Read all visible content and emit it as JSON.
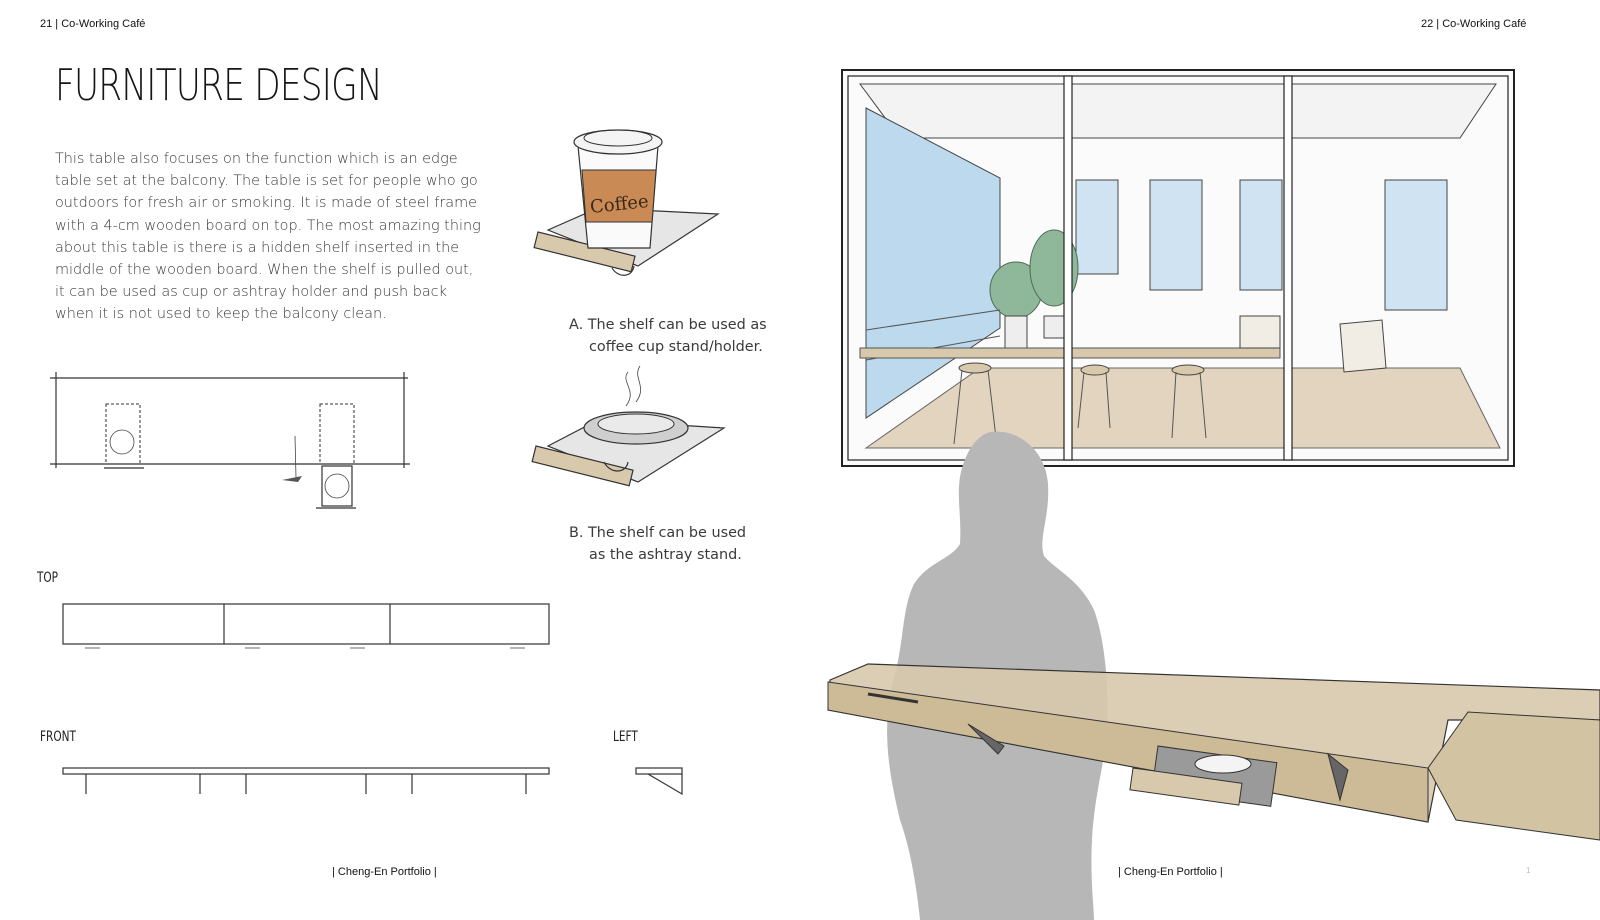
{
  "left_page": {
    "header": "21 | Co-Working Café",
    "title": "FURNITURE DESIGN",
    "description": "This table also focuses on the function which is an edge table set at the balcony.  The table is set for people who go outdoors for fresh air or smoking.  It is made of steel frame with a 4-cm wooden board on top. The most amazing thing about this table is there is a hidden shelf inserted in the middle of the wooden board. When the shelf is pulled out, it can be used as cup or ashtray holder and push back when it is not used to keep the balcony clean.",
    "coffee_cup_text": "Coffee",
    "caption_a": {
      "line1": "A. The shelf can be used as",
      "line2": "coffee cup stand/holder."
    },
    "caption_b": {
      "line1": "B. The shelf can be used",
      "line2": "as the ashtray stand."
    },
    "view_top": "TOP",
    "view_front": "FRONT",
    "view_left": "LEFT",
    "footer": "| Cheng-En Portfolio |"
  },
  "right_page": {
    "header": "22 | Co-Working Café",
    "footer": "| Cheng-En Portfolio |",
    "page_mark": "1"
  },
  "colors": {
    "ink": "#333333",
    "wood": "#d8c9ad",
    "wood_dark": "#b8a682",
    "sky": "#bcd9ee",
    "floor": "#e2d4bf",
    "plant": "#8fb79a",
    "silhouette": "#b7b7b7",
    "coffee_sleeve": "#c98a55"
  }
}
